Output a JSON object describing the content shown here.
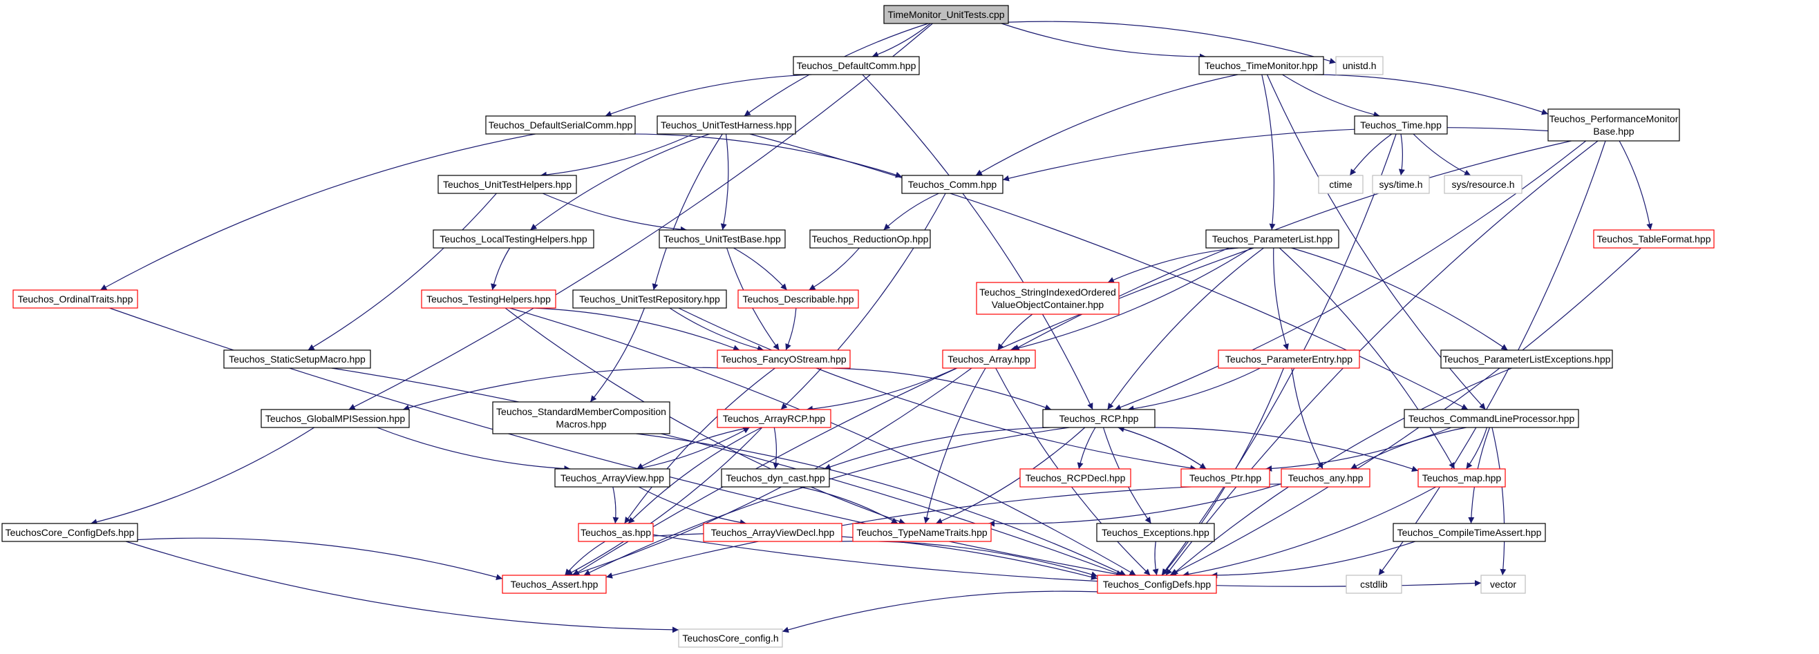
{
  "nodes": [
    {
      "id": "root",
      "lines": [
        "TimeMonitor_UnitTests.cpp"
      ],
      "style": "root"
    },
    {
      "id": "defcomm",
      "lines": [
        "Teuchos_DefaultComm.hpp"
      ],
      "style": "black"
    },
    {
      "id": "timemon",
      "lines": [
        "Teuchos_TimeMonitor.hpp"
      ],
      "style": "black"
    },
    {
      "id": "unistd",
      "lines": [
        "unistd.h"
      ],
      "style": "gray"
    },
    {
      "id": "defserial",
      "lines": [
        "Teuchos_DefaultSerialComm.hpp"
      ],
      "style": "black"
    },
    {
      "id": "harness",
      "lines": [
        "Teuchos_UnitTestHarness.hpp"
      ],
      "style": "black"
    },
    {
      "id": "time",
      "lines": [
        "Teuchos_Time.hpp"
      ],
      "style": "black"
    },
    {
      "id": "perfmon",
      "lines": [
        "Teuchos_PerformanceMonitor",
        "Base.hpp"
      ],
      "style": "black"
    },
    {
      "id": "helpers",
      "lines": [
        "Teuchos_UnitTestHelpers.hpp"
      ],
      "style": "black"
    },
    {
      "id": "comm",
      "lines": [
        "Teuchos_Comm.hpp"
      ],
      "style": "black"
    },
    {
      "id": "ctime",
      "lines": [
        "ctime"
      ],
      "style": "gray"
    },
    {
      "id": "systime",
      "lines": [
        "sys/time.h"
      ],
      "style": "gray"
    },
    {
      "id": "sysres",
      "lines": [
        "sys/resource.h"
      ],
      "style": "gray"
    },
    {
      "id": "localtest",
      "lines": [
        "Teuchos_LocalTestingHelpers.hpp"
      ],
      "style": "black"
    },
    {
      "id": "utbase",
      "lines": [
        "Teuchos_UnitTestBase.hpp"
      ],
      "style": "black"
    },
    {
      "id": "reduction",
      "lines": [
        "Teuchos_ReductionOp.hpp"
      ],
      "style": "black"
    },
    {
      "id": "plist",
      "lines": [
        "Teuchos_ParameterList.hpp"
      ],
      "style": "black"
    },
    {
      "id": "tableformat",
      "lines": [
        "Teuchos_TableFormat.hpp"
      ],
      "style": "red"
    },
    {
      "id": "ordinal",
      "lines": [
        "Teuchos_OrdinalTraits.hpp"
      ],
      "style": "red"
    },
    {
      "id": "testhelpers",
      "lines": [
        "Teuchos_TestingHelpers.hpp"
      ],
      "style": "red"
    },
    {
      "id": "utrepo",
      "lines": [
        "Teuchos_UnitTestRepository.hpp"
      ],
      "style": "black"
    },
    {
      "id": "describable",
      "lines": [
        "Teuchos_Describable.hpp"
      ],
      "style": "red"
    },
    {
      "id": "strindexed",
      "lines": [
        "Teuchos_StringIndexedOrdered",
        "ValueObjectContainer.hpp"
      ],
      "style": "red"
    },
    {
      "id": "staticsetup",
      "lines": [
        "Teuchos_StaticSetupMacro.hpp"
      ],
      "style": "black"
    },
    {
      "id": "fancy",
      "lines": [
        "Teuchos_FancyOStream.hpp"
      ],
      "style": "red"
    },
    {
      "id": "array",
      "lines": [
        "Teuchos_Array.hpp"
      ],
      "style": "red"
    },
    {
      "id": "pentry",
      "lines": [
        "Teuchos_ParameterEntry.hpp"
      ],
      "style": "red"
    },
    {
      "id": "plistexc",
      "lines": [
        "Teuchos_ParameterListExceptions.hpp"
      ],
      "style": "black"
    },
    {
      "id": "globalmpi",
      "lines": [
        "Teuchos_GlobalMPISession.hpp"
      ],
      "style": "black"
    },
    {
      "id": "stdmember",
      "lines": [
        "Teuchos_StandardMemberComposition",
        "Macros.hpp"
      ],
      "style": "black"
    },
    {
      "id": "arrayrcp",
      "lines": [
        "Teuchos_ArrayRCP.hpp"
      ],
      "style": "red"
    },
    {
      "id": "rcp",
      "lines": [
        "Teuchos_RCP.hpp"
      ],
      "style": "black"
    },
    {
      "id": "clp",
      "lines": [
        "Teuchos_CommandLineProcessor.hpp"
      ],
      "style": "black"
    },
    {
      "id": "arrayview",
      "lines": [
        "Teuchos_ArrayView.hpp"
      ],
      "style": "black"
    },
    {
      "id": "dyncast",
      "lines": [
        "Teuchos_dyn_cast.hpp"
      ],
      "style": "black"
    },
    {
      "id": "rcpdecl",
      "lines": [
        "Teuchos_RCPDecl.hpp"
      ],
      "style": "red"
    },
    {
      "id": "ptr",
      "lines": [
        "Teuchos_Ptr.hpp"
      ],
      "style": "red"
    },
    {
      "id": "any",
      "lines": [
        "Teuchos_any.hpp"
      ],
      "style": "red"
    },
    {
      "id": "map",
      "lines": [
        "Teuchos_map.hpp"
      ],
      "style": "red"
    },
    {
      "id": "coreconfigdefs",
      "lines": [
        "TeuchosCore_ConfigDefs.hpp"
      ],
      "style": "black"
    },
    {
      "id": "as",
      "lines": [
        "Teuchos_as.hpp"
      ],
      "style": "red"
    },
    {
      "id": "avdecl",
      "lines": [
        "Teuchos_ArrayViewDecl.hpp"
      ],
      "style": "red"
    },
    {
      "id": "typename",
      "lines": [
        "Teuchos_TypeNameTraits.hpp"
      ],
      "style": "red"
    },
    {
      "id": "exceptions",
      "lines": [
        "Teuchos_Exceptions.hpp"
      ],
      "style": "black"
    },
    {
      "id": "compiletime",
      "lines": [
        "Teuchos_CompileTimeAssert.hpp"
      ],
      "style": "black"
    },
    {
      "id": "assert",
      "lines": [
        "Teuchos_Assert.hpp"
      ],
      "style": "red"
    },
    {
      "id": "configdefs",
      "lines": [
        "Teuchos_ConfigDefs.hpp"
      ],
      "style": "red"
    },
    {
      "id": "cstdlib",
      "lines": [
        "cstdlib"
      ],
      "style": "gray"
    },
    {
      "id": "vector",
      "lines": [
        "vector"
      ],
      "style": "gray"
    },
    {
      "id": "coreconfig",
      "lines": [
        "TeuchosCore_config.h"
      ],
      "style": "gray"
    }
  ],
  "edges": [
    [
      "root",
      "defcomm"
    ],
    [
      "root",
      "timemon"
    ],
    [
      "root",
      "unistd"
    ],
    [
      "root",
      "harness"
    ],
    [
      "root",
      "globalmpi"
    ],
    [
      "defcomm",
      "defserial"
    ],
    [
      "defcomm",
      "rcp"
    ],
    [
      "timemon",
      "time"
    ],
    [
      "timemon",
      "perfmon"
    ],
    [
      "timemon",
      "comm"
    ],
    [
      "timemon",
      "plist"
    ],
    [
      "timemon",
      "clp"
    ],
    [
      "defserial",
      "comm"
    ],
    [
      "defserial",
      "ordinal"
    ],
    [
      "harness",
      "helpers"
    ],
    [
      "harness",
      "localtest"
    ],
    [
      "harness",
      "utbase"
    ],
    [
      "harness",
      "utrepo"
    ],
    [
      "harness",
      "clp"
    ],
    [
      "time",
      "ctime"
    ],
    [
      "time",
      "systime"
    ],
    [
      "time",
      "sysres"
    ],
    [
      "time",
      "configdefs"
    ],
    [
      "perfmon",
      "comm"
    ],
    [
      "perfmon",
      "tableformat"
    ],
    [
      "perfmon",
      "array"
    ],
    [
      "perfmon",
      "rcp"
    ],
    [
      "perfmon",
      "configdefs"
    ],
    [
      "perfmon",
      "cstdlib"
    ],
    [
      "helpers",
      "utbase"
    ],
    [
      "helpers",
      "staticsetup"
    ],
    [
      "comm",
      "reduction"
    ],
    [
      "comm",
      "arrayrcp"
    ],
    [
      "localtest",
      "testhelpers"
    ],
    [
      "utbase",
      "describable"
    ],
    [
      "utbase",
      "fancy"
    ],
    [
      "reduction",
      "describable"
    ],
    [
      "plist",
      "strindexed"
    ],
    [
      "plist",
      "array"
    ],
    [
      "plist",
      "pentry"
    ],
    [
      "plist",
      "plistexc"
    ],
    [
      "plist",
      "rcp"
    ],
    [
      "plist",
      "map"
    ],
    [
      "plist",
      "assert"
    ],
    [
      "tableformat",
      "configdefs"
    ],
    [
      "ordinal",
      "configdefs"
    ],
    [
      "testhelpers",
      "fancy"
    ],
    [
      "testhelpers",
      "typename"
    ],
    [
      "testhelpers",
      "configdefs"
    ],
    [
      "utrepo",
      "fancy"
    ],
    [
      "utrepo",
      "stdmember"
    ],
    [
      "utrepo",
      "ptr"
    ],
    [
      "describable",
      "fancy"
    ],
    [
      "strindexed",
      "array"
    ],
    [
      "staticsetup",
      "configdefs"
    ],
    [
      "fancy",
      "globalmpi"
    ],
    [
      "fancy",
      "rcp"
    ],
    [
      "fancy",
      "as"
    ],
    [
      "array",
      "arrayrcp"
    ],
    [
      "array",
      "typename"
    ],
    [
      "array",
      "assert"
    ],
    [
      "array",
      "configdefs"
    ],
    [
      "pentry",
      "rcp"
    ],
    [
      "pentry",
      "any"
    ],
    [
      "pentry",
      "configdefs"
    ],
    [
      "plistexc",
      "configdefs"
    ],
    [
      "globalmpi",
      "coreconfigdefs"
    ],
    [
      "globalmpi",
      "arrayview"
    ],
    [
      "stdmember",
      "configdefs"
    ],
    [
      "arrayrcp",
      "arrayview"
    ],
    [
      "arrayrcp",
      "dyncast"
    ],
    [
      "arrayrcp",
      "as"
    ],
    [
      "arrayrcp",
      "assert"
    ],
    [
      "rcp",
      "rcpdecl"
    ],
    [
      "rcp",
      "ptr"
    ],
    [
      "rcp",
      "exceptions"
    ],
    [
      "rcp",
      "map"
    ],
    [
      "rcp",
      "dyncast"
    ],
    [
      "rcp",
      "typename"
    ],
    [
      "rcp",
      "assert"
    ],
    [
      "clp",
      "ptr"
    ],
    [
      "clp",
      "any"
    ],
    [
      "clp",
      "map"
    ],
    [
      "clp",
      "compiletime"
    ],
    [
      "clp",
      "vector"
    ],
    [
      "arrayview",
      "arrayrcp"
    ],
    [
      "arrayview",
      "as"
    ],
    [
      "arrayview",
      "avdecl"
    ],
    [
      "dyncast",
      "typename"
    ],
    [
      "ptr",
      "rcp"
    ],
    [
      "any",
      "typename"
    ],
    [
      "any",
      "assert"
    ],
    [
      "map",
      "configdefs"
    ],
    [
      "coreconfigdefs",
      "coreconfig"
    ],
    [
      "coreconfigdefs",
      "assert"
    ],
    [
      "as",
      "assert"
    ],
    [
      "as",
      "configdefs"
    ],
    [
      "as",
      "vector"
    ],
    [
      "avdecl",
      "configdefs"
    ],
    [
      "exceptions",
      "configdefs"
    ],
    [
      "compiletime",
      "configdefs"
    ],
    [
      "configdefs",
      "coreconfig"
    ]
  ],
  "colors": {
    "edge": "#191970",
    "black_border": "#000000",
    "red_border": "#ff0000",
    "gray_border": "#bfbfbf",
    "root_fill": "#bfbfbf",
    "text": "#000000"
  }
}
